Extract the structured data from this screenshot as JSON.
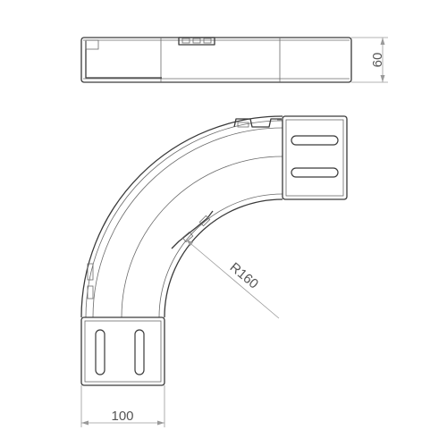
{
  "dimensions": {
    "height_label": "60",
    "radius_label": "R160",
    "width_label": "100"
  },
  "colors": {
    "line": "#3a3a3a",
    "dimension": "#9a9a9a",
    "background": "#ffffff"
  }
}
